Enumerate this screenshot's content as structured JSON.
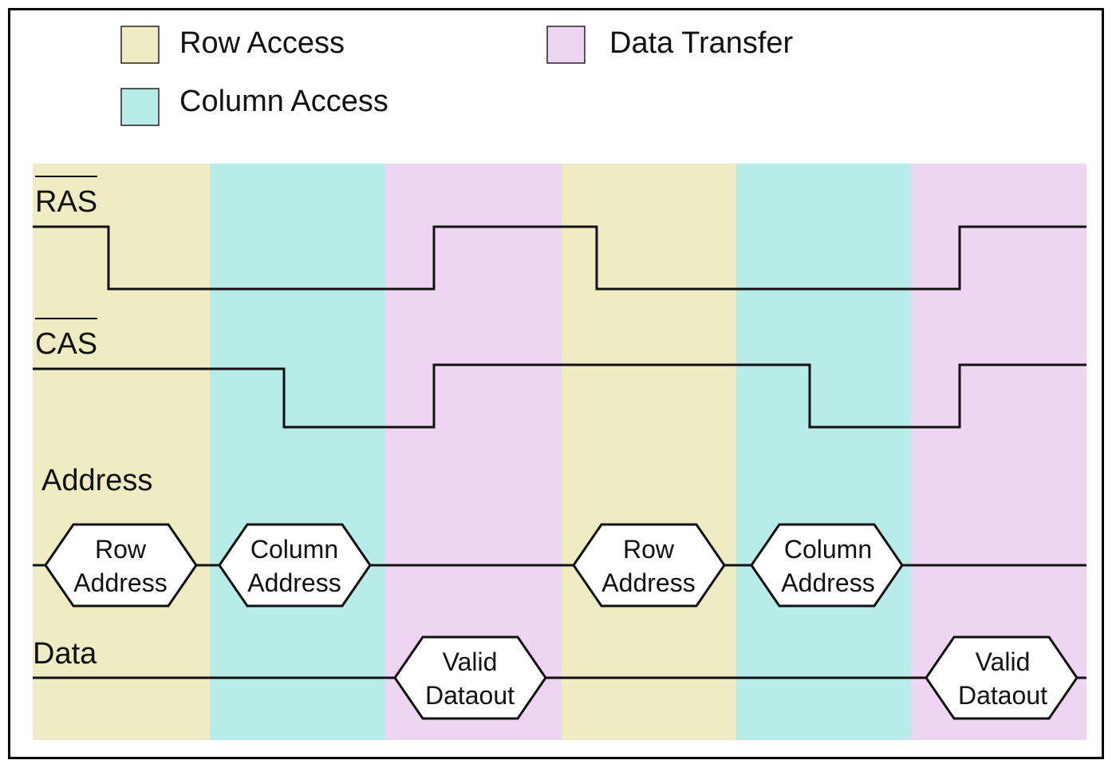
{
  "legend": {
    "row_access": "Row Access",
    "column_access": "Column Access",
    "data_transfer": "Data Transfer"
  },
  "colors": {
    "row_access": "#efebc3",
    "column_access": "#b7ece9",
    "data_transfer": "#eed5f1",
    "signal": "#111111"
  },
  "signals": {
    "ras": "RAS",
    "cas": "CAS",
    "address": "Address",
    "data": "Data"
  },
  "phases": [
    "row_access",
    "column_access",
    "data_transfer",
    "row_access",
    "column_access",
    "data_transfer"
  ],
  "address_boxes": [
    {
      "line1": "Row",
      "line2": "Address"
    },
    {
      "line1": "Column",
      "line2": "Address"
    },
    {
      "line1": "Row",
      "line2": "Address"
    },
    {
      "line1": "Column",
      "line2": "Address"
    }
  ],
  "data_boxes": [
    {
      "line1": "Valid",
      "line2": "Dataout"
    },
    {
      "line1": "Valid",
      "line2": "Dataout"
    }
  ]
}
